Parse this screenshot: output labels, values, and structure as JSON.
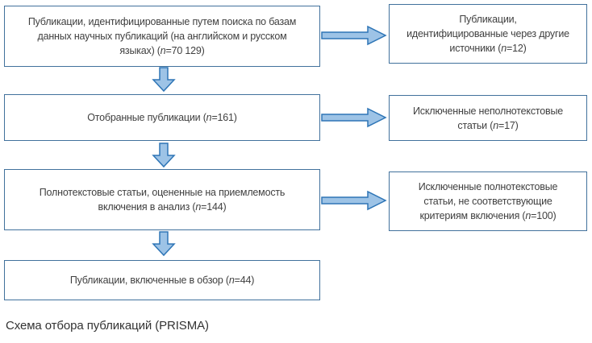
{
  "figure": {
    "caption": "Схема отбора публикаций (PRISMA)"
  },
  "colors": {
    "box_border": "#41719C",
    "arrow_fill": "#9DC3E6",
    "arrow_stroke": "#2E75B6",
    "text": "#3F3F3F"
  },
  "boxes": {
    "identified_db": {
      "lines": [
        "Публикации, идентифицированные путем поиска по базам",
        "данных научных публикаций (на английском и русском"
      ],
      "last_pre": "языках) (",
      "nvar": "n",
      "last_post": "=70 129)"
    },
    "identified_other": {
      "lines": [
        "Публикации,",
        "идентифицированные через другие"
      ],
      "last_pre": "источники (",
      "nvar": "n",
      "last_post": "=12)"
    },
    "screened": {
      "lines": [],
      "last_pre": "Отобранные публикации (",
      "nvar": "n",
      "last_post": "=161)"
    },
    "excluded_nonfulltext": {
      "lines": [
        "Исключенные неполнотекстовые"
      ],
      "last_pre": "статьи (",
      "nvar": "n",
      "last_post": "=17)"
    },
    "fulltext_assessed": {
      "lines": [
        "Полнотекстовые статьи, оцененные на приемлемость"
      ],
      "last_pre": "включения  в анализ (",
      "nvar": "n",
      "last_post": "=144)"
    },
    "excluded_fulltext": {
      "lines": [
        "Исключенные полнотекстовые",
        "статьи, не соответствующие"
      ],
      "last_pre": "критериям включения (",
      "nvar": "n",
      "last_post": "=100)"
    },
    "included": {
      "lines": [],
      "last_pre": "Публикации, включенные в обзор (",
      "nvar": "n",
      "last_post": "=44)"
    }
  }
}
